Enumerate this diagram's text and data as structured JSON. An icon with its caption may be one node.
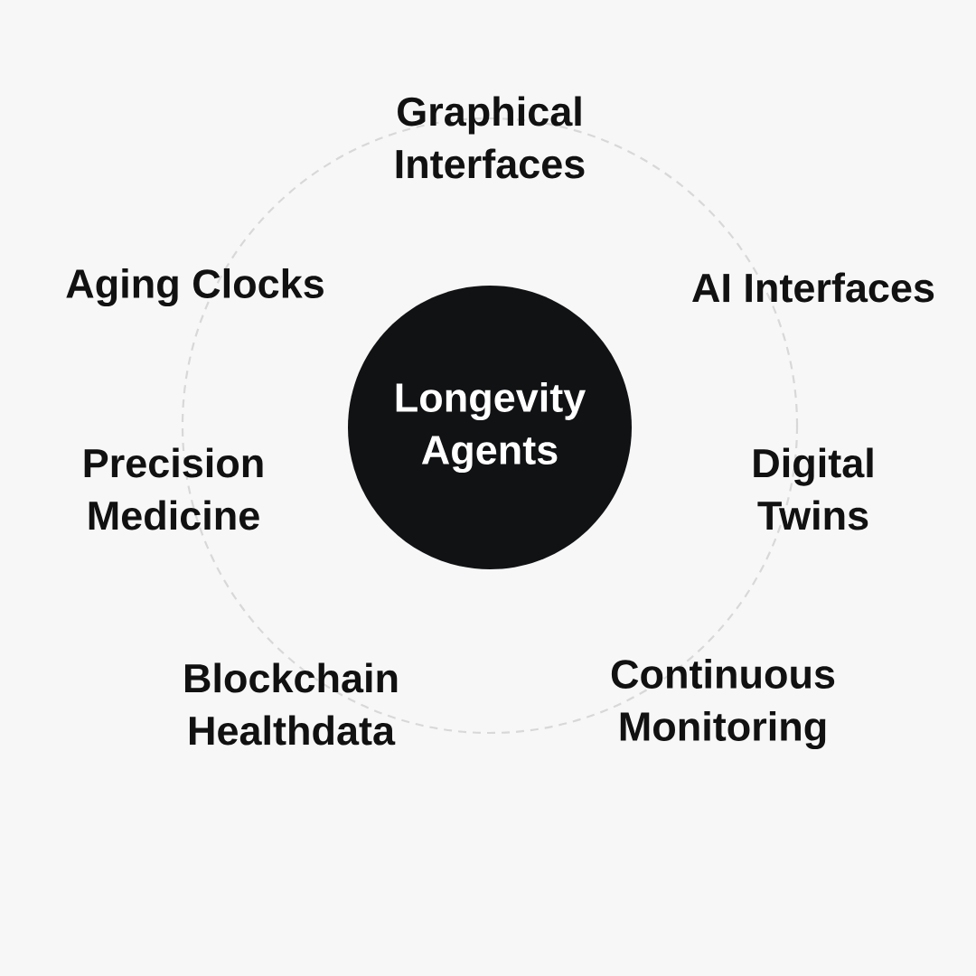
{
  "diagram": {
    "nodes": [
      {
        "text": [
          "Longevity Agents"
        ]
      }
    ],
    "labels": [
      "Graphical Interfaces",
      "Aging Clocks",
      "AI Interfaces",
      "Precision Medicine",
      "Digital Twins",
      "Blockchain Healthdata",
      "Continuous Monitoring"
    ]
  }
}
